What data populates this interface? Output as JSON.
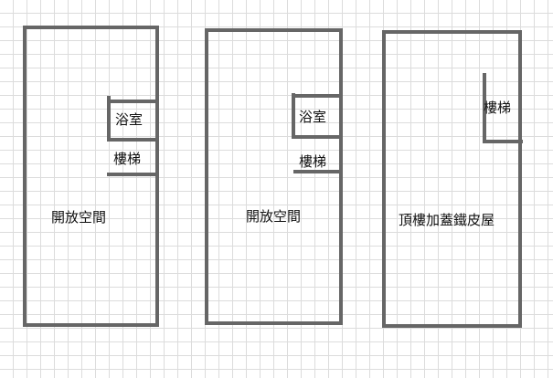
{
  "plans": [
    {
      "name": "floor-1",
      "rooms": {
        "bathroom": "浴室",
        "stairs": "樓梯",
        "open_space": "開放空間"
      }
    },
    {
      "name": "floor-2",
      "rooms": {
        "bathroom": "浴室",
        "stairs": "樓梯",
        "open_space": "開放空間"
      }
    },
    {
      "name": "rooftop",
      "rooms": {
        "stairs": "樓梯",
        "rooftop_addition": "頂樓加蓋鐵皮屋"
      }
    }
  ],
  "colors": {
    "wall": "#666666",
    "grid": "#dcdcdc"
  }
}
